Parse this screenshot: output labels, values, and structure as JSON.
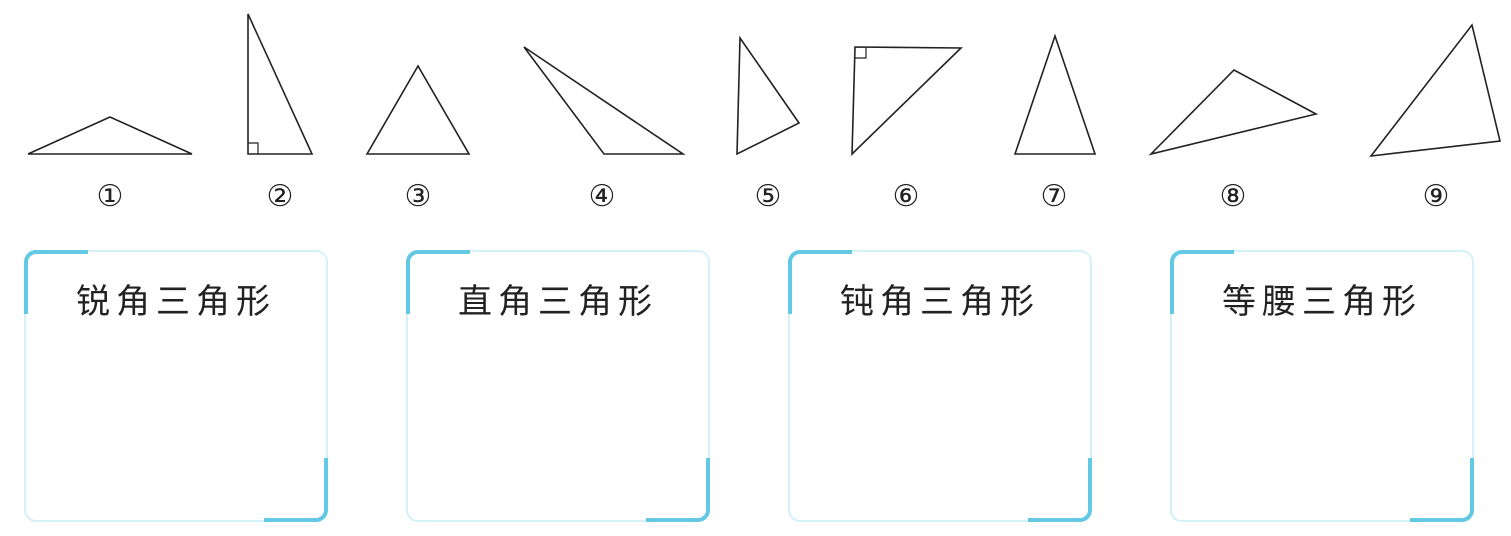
{
  "shapes": {
    "number_labels": [
      "①",
      "②",
      "③",
      "④",
      "⑤",
      "⑥",
      "⑦",
      "⑧",
      "⑨"
    ]
  },
  "categories": [
    {
      "label": "锐角三角形"
    },
    {
      "label": "直角三角形"
    },
    {
      "label": "钝角三角形"
    },
    {
      "label": "等腰三角形"
    }
  ],
  "colors": {
    "stroke": "#222222",
    "box_border_light": "#d3f1f7",
    "box_corner_accent": "#63c8e4"
  }
}
